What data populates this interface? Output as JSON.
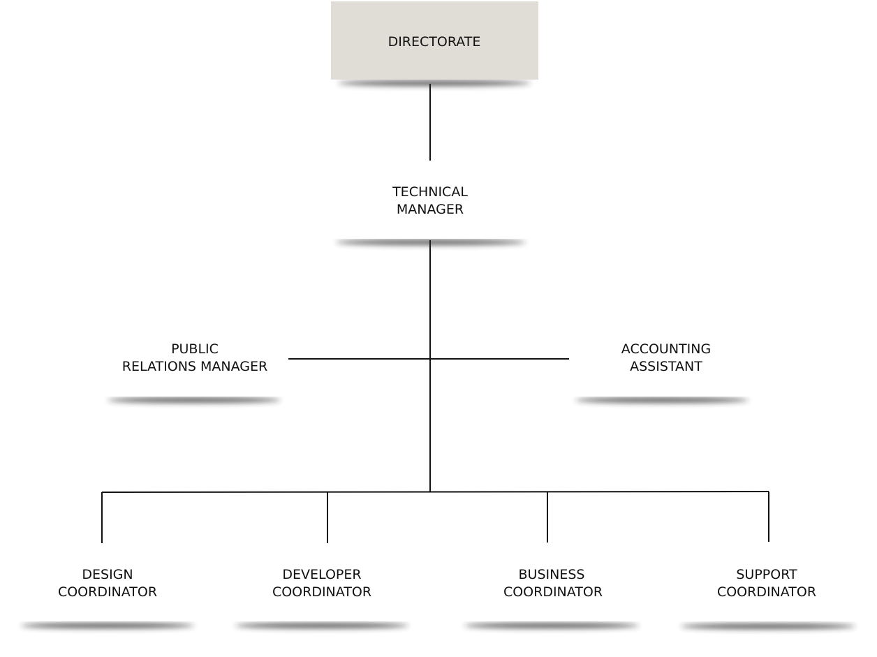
{
  "colors": {
    "root_fill": "#e0ddd7",
    "node_fill": "#ffffff",
    "line": "#111111",
    "text": "#111111"
  },
  "nodes": {
    "directorate": {
      "line1": "DIRECTORATE",
      "line2": ""
    },
    "technical_manager": {
      "line1": "TECHNICAL",
      "line2": "MANAGER"
    },
    "public_relations_manager": {
      "line1": "PUBLIC",
      "line2": "RELATIONS MANAGER"
    },
    "accounting_assistant": {
      "line1": "ACCOUNTING",
      "line2": "ASSISTANT"
    },
    "design_coordinator": {
      "line1": "DESIGN",
      "line2": "COORDINATOR"
    },
    "developer_coordinator": {
      "line1": "DEVELOPER",
      "line2": "COORDINATOR"
    },
    "business_coordinator": {
      "line1": "BUSINESS",
      "line2": "COORDINATOR"
    },
    "support_coordinator": {
      "line1": "SUPPORT",
      "line2": "COORDINATOR"
    }
  }
}
